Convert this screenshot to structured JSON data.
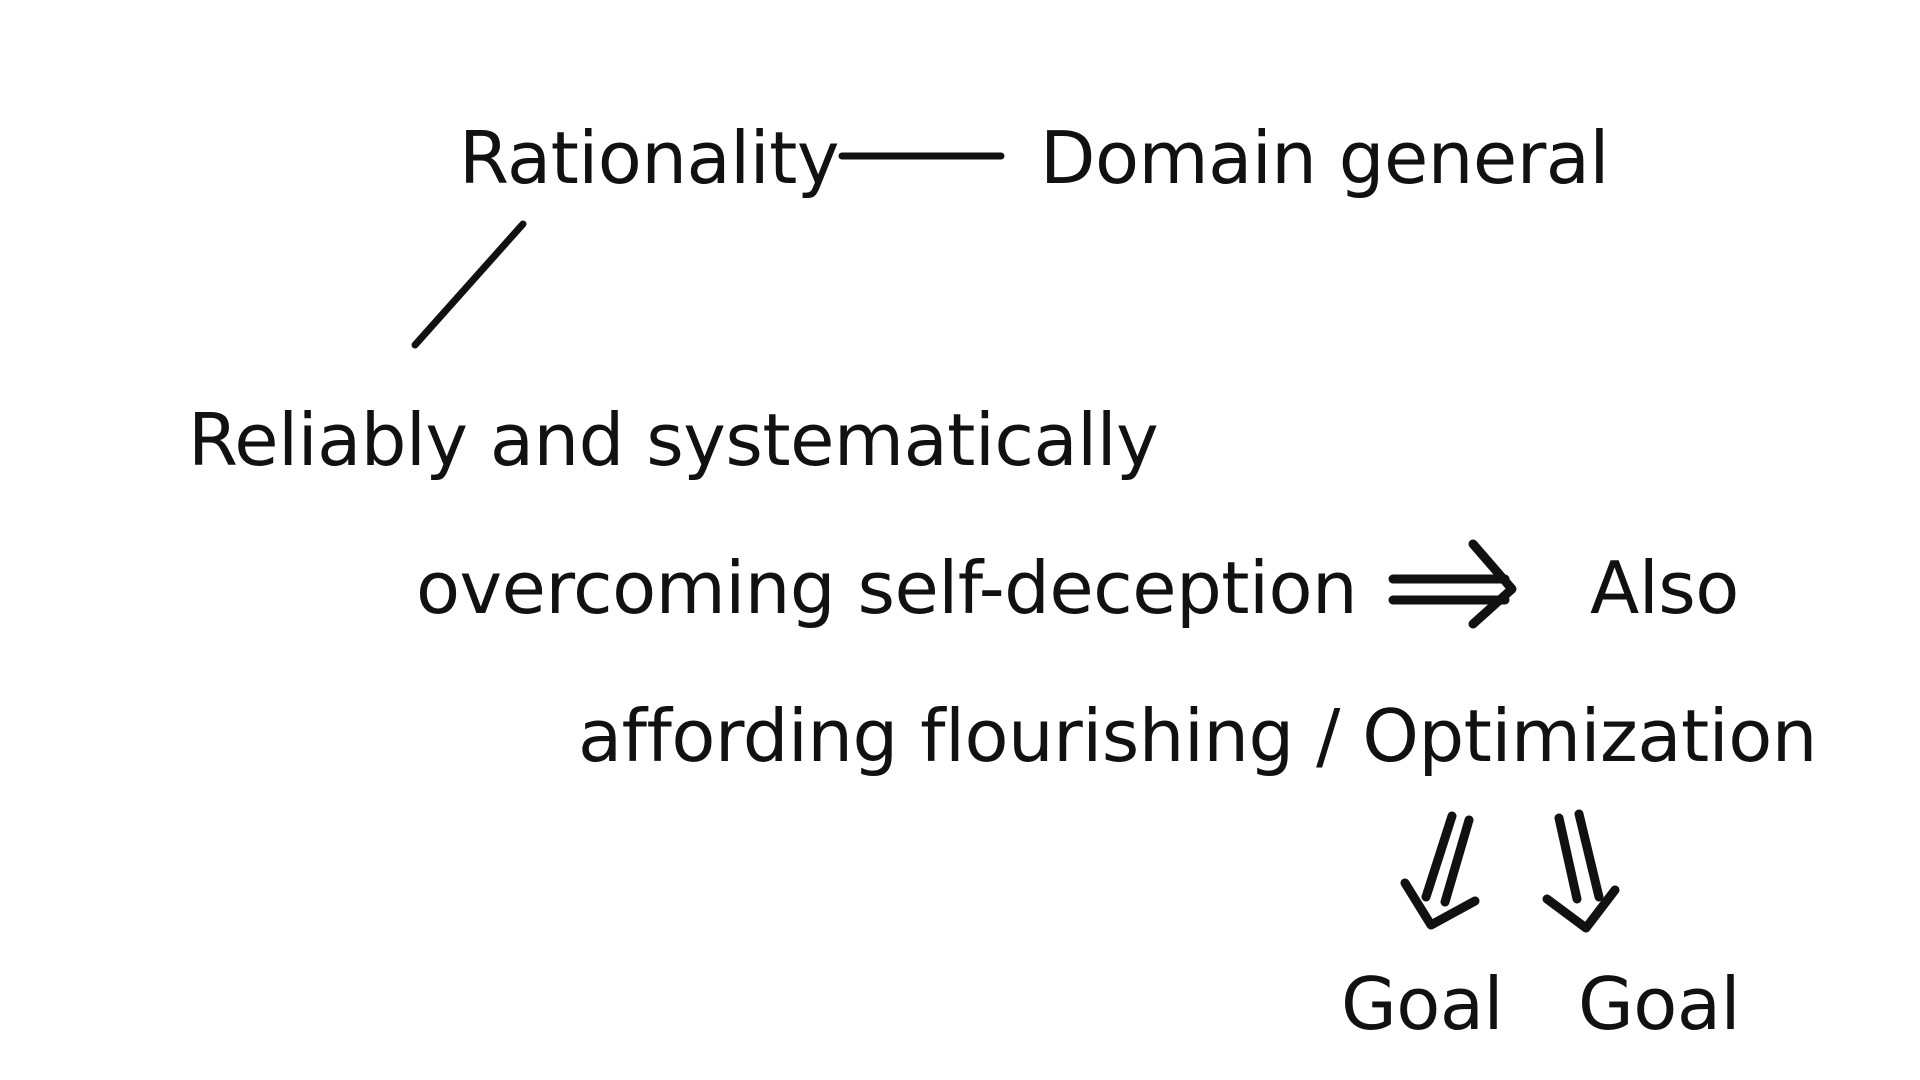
{
  "nodes": {
    "rationality": "Rationality",
    "domain_general": "Domain general",
    "reliably": "Reliably and systematically",
    "overcoming": "overcoming self-deception",
    "also": "Also",
    "affording": "affording flourishing / Optimization",
    "goal_left": "Goal",
    "goal_right": "Goal"
  },
  "colors": {
    "ink": "#111111",
    "background": "#ffffff"
  }
}
